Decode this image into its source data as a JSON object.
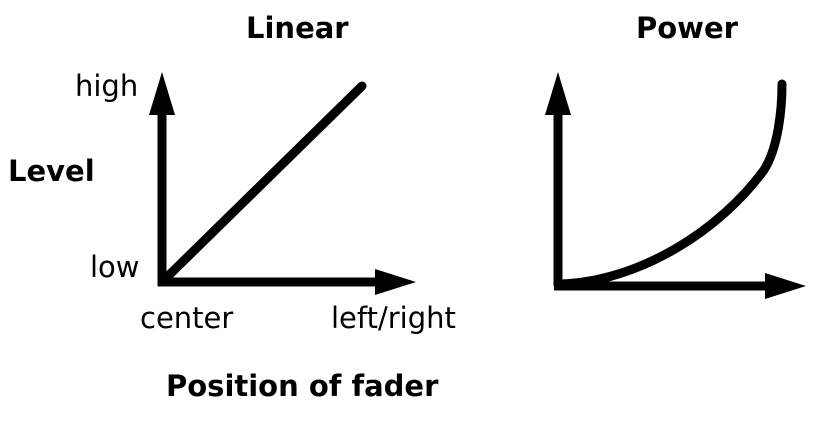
{
  "linear_panel": {
    "title": "Linear",
    "y_axis_title": "Level",
    "y_high_label": "high",
    "y_low_label": "low",
    "x_start_label": "center",
    "x_end_label": "left/right",
    "x_axis_title": "Position of fader"
  },
  "power_panel": {
    "title": "Power"
  },
  "colors": {
    "stroke": "#000000",
    "background": "#ffffff"
  }
}
